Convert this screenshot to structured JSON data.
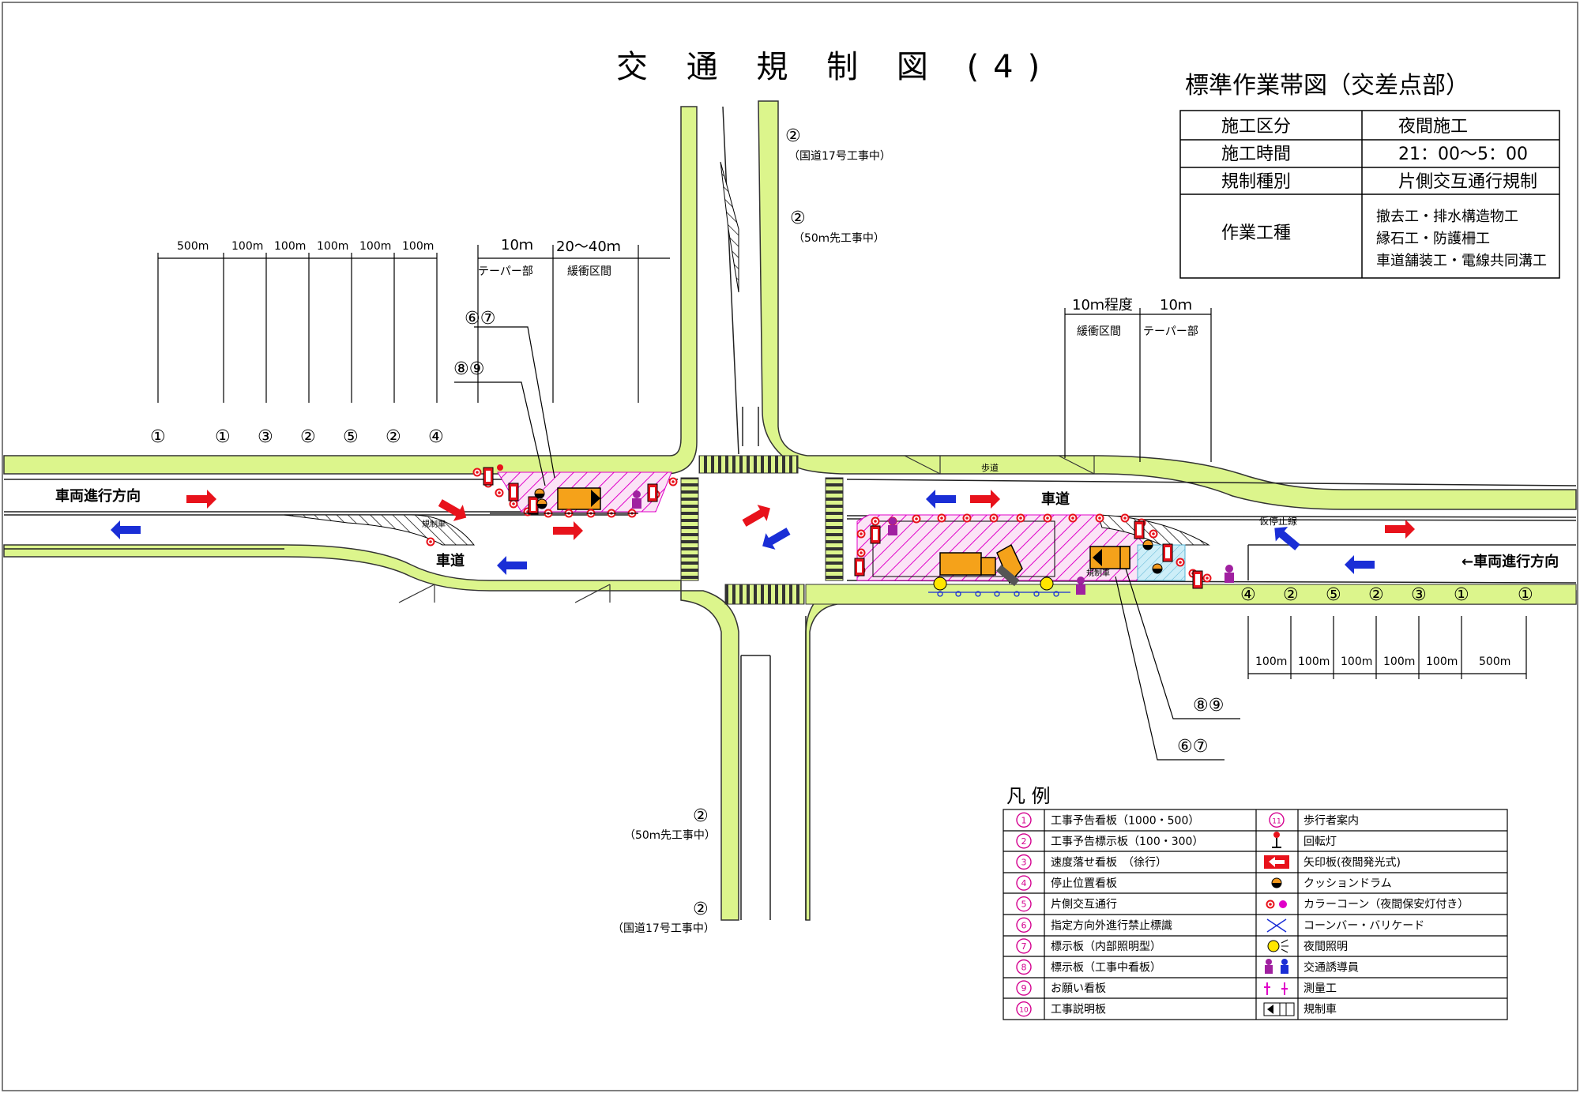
{
  "title": "交 通 規 制 図  (4)",
  "subtitle": "標準作業帯図（交差点部）",
  "info_table": [
    {
      "label": "施工区分",
      "value": [
        "夜間施工"
      ]
    },
    {
      "label": "施工時間",
      "value": [
        "21：00～5：00"
      ]
    },
    {
      "label": "規制種別",
      "value": [
        "片側交互通行規制"
      ]
    },
    {
      "label": "作業工種",
      "value": [
        "撤去工・排水構造物工",
        "縁石工・防護柵工",
        "車道舗装工・電線共同溝工"
      ]
    }
  ],
  "road_labels": {
    "roadway": "車道",
    "sidewalk": "歩道",
    "vehicle_direction": "車両進行方向",
    "vehicle_direction_right": "←車両進行方向",
    "temp_stop_line": "仮停止線",
    "regulation_vehicle": "規制車"
  },
  "north_labels": {
    "n1_num": "②",
    "n1_text": "（国道17号工事中）",
    "n2_num": "②",
    "n2_text": "（50ｍ先工事中）"
  },
  "south_labels": {
    "s1_num": "②",
    "s1_text": "（50ｍ先工事中）",
    "s2_num": "②",
    "s2_text": "（国道17号工事中）"
  },
  "left_dims": {
    "segments": [
      "500m",
      "100m",
      "100m",
      "100m",
      "100m",
      "100m"
    ],
    "signs": [
      "①",
      "①",
      "③",
      "②",
      "⑤",
      "②",
      "④"
    ],
    "taper_len": "10ｍ",
    "buffer_len": "20～40ｍ",
    "taper": "テーパー部",
    "buffer": "緩衝区間",
    "ref_67": "⑥⑦",
    "ref_89": "⑧⑨"
  },
  "right_dims": {
    "segments": [
      "100m",
      "100m",
      "100m",
      "100m",
      "100m",
      "500m"
    ],
    "signs": [
      "④",
      "②",
      "⑤",
      "②",
      "③",
      "①",
      "①"
    ],
    "buffer_len": "10ｍ程度",
    "taper_len": "10ｍ",
    "buffer": "緩衝区間",
    "taper": "テーパー部",
    "ref_89": "⑧⑨",
    "ref_67": "⑥⑦"
  },
  "legend": {
    "title": "凡 例",
    "left": [
      {
        "num": "1",
        "text": "工事予告看板（1000・500）"
      },
      {
        "num": "2",
        "text": "工事予告標示板（100・300）"
      },
      {
        "num": "3",
        "text": "速度落せ看板　（徐行）"
      },
      {
        "num": "4",
        "text": "停止位置看板"
      },
      {
        "num": "5",
        "text": "片側交互通行"
      },
      {
        "num": "6",
        "text": "指定方向外進行禁止標識"
      },
      {
        "num": "7",
        "text": "標示板（内部照明型）"
      },
      {
        "num": "8",
        "text": "標示板（工事中看板）"
      },
      {
        "num": "9",
        "text": "お願い看板"
      },
      {
        "num": "10",
        "text": "工事説明板"
      }
    ],
    "right": [
      {
        "num": "11",
        "text": "歩行者案内"
      },
      {
        "icon": "rotating-light-icon",
        "text": "回転灯"
      },
      {
        "icon": "arrow-board-icon",
        "text": "矢印板(夜間発光式)"
      },
      {
        "icon": "cushion-drum-icon",
        "text": "クッションドラム"
      },
      {
        "icon": "color-cone-icon",
        "text": "カラーコーン（夜間保安灯付き）"
      },
      {
        "icon": "cone-bar-icon",
        "text": "コーンバー・バリケード"
      },
      {
        "icon": "night-light-icon",
        "text": "夜間照明"
      },
      {
        "icon": "traffic-guard-icon",
        "text": "交通誘導員"
      },
      {
        "icon": "surveyor-icon",
        "text": "測量工"
      },
      {
        "icon": "regulation-vehicle-icon",
        "text": "規制車"
      }
    ]
  },
  "colors": {
    "sidewalk": "#dcf58c",
    "hatch": "#e000c8",
    "work_zone_fill": "#fbe3f6",
    "arrow_red": "#e8121b",
    "arrow_blue": "#1a2ed6",
    "vehicle": "#f5a21a",
    "cone": "#e8121b"
  }
}
